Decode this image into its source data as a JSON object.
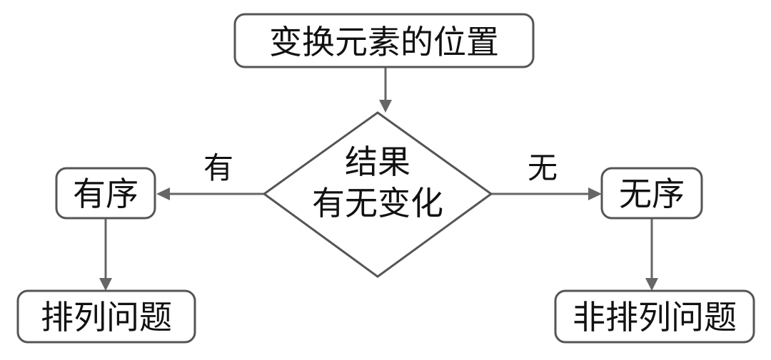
{
  "diagram": {
    "top_node": "变换元素的位置",
    "decision_line1": "结果",
    "decision_line2": "有无变化",
    "left_edge_label": "有",
    "right_edge_label": "无",
    "left_node": "有序",
    "right_node": "无序",
    "bottom_left_node": "排列问题",
    "bottom_right_node": "非排列问题"
  },
  "colors": {
    "stroke": "#555555",
    "arrow": "#666666",
    "text": "#111111"
  }
}
